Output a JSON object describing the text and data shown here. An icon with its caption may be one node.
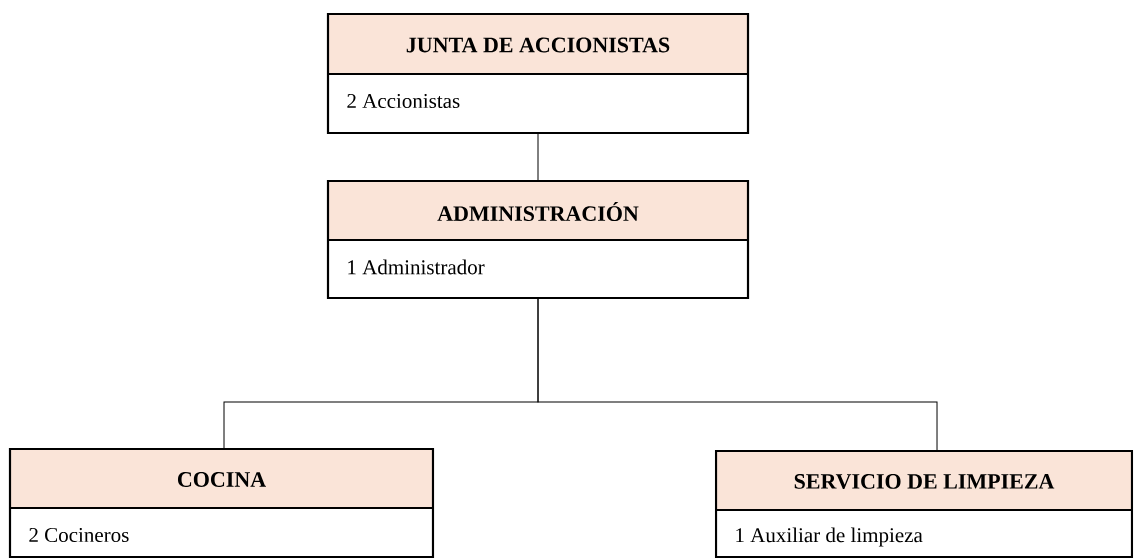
{
  "diagram": {
    "nodes": [
      {
        "text": [
          "JUNTA DE ACCIONISTAS",
          "2 Accionistas"
        ]
      },
      {
        "text": [
          "ADMINISTRACIÓN",
          "1 Administrador"
        ]
      },
      {
        "text": [
          "COCINA",
          "2 Cocineros"
        ]
      },
      {
        "text": [
          "SERVICIO DE LIMPIEZA",
          "1 Auxiliar de limpieza"
        ]
      }
    ],
    "edges": [
      {
        "from": 0,
        "to": 1,
        "arrow": "none"
      },
      {
        "from": 1,
        "to": 2,
        "arrow": "none"
      },
      {
        "from": 1,
        "to": 3,
        "arrow": "none"
      }
    ]
  }
}
